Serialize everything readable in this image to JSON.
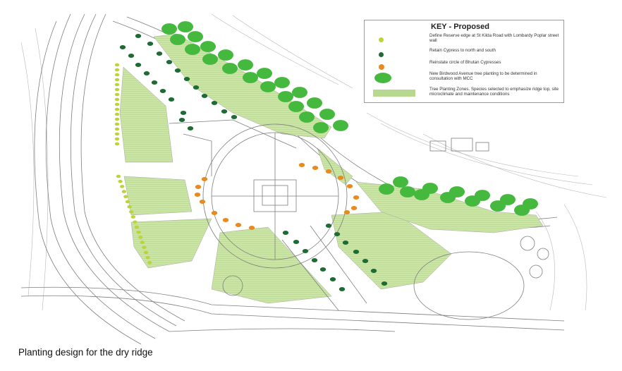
{
  "key": {
    "title": "KEY - Proposed",
    "items": [
      {
        "label": "Define Reserve edge at St Kilda Road with Lombardy Poplar street wall",
        "color": "#bcd33a",
        "symbol": "small-dot-icon"
      },
      {
        "label": "Retain Cypress to north and south",
        "color": "#1e6b34",
        "symbol": "dark-dot-icon"
      },
      {
        "label": "Reinstate circle of Bhutan Cypresses",
        "color": "#e88a1e",
        "symbol": "orange-dot-icon"
      },
      {
        "label": "New Birdwood Avenue tree planting to be determined in consultation with MCC",
        "color": "#45b83e",
        "symbol": "large-green-circle-icon"
      },
      {
        "label": "Tree Planting Zones. Species selected to emphasize ridge top, site microclimate and maintenance conditions",
        "color": "#b7d98f",
        "symbol": "planting-zone-swatch-icon"
      }
    ]
  },
  "caption": "Planting design for the dry ridge",
  "colors": {
    "zone_fill": "#c9e4a4",
    "road_line": "#8a8a8a",
    "poplar": "#bcd33a",
    "cypress": "#1e6b34",
    "bhutan": "#e88a1e",
    "birdwood": "#45b83e"
  }
}
